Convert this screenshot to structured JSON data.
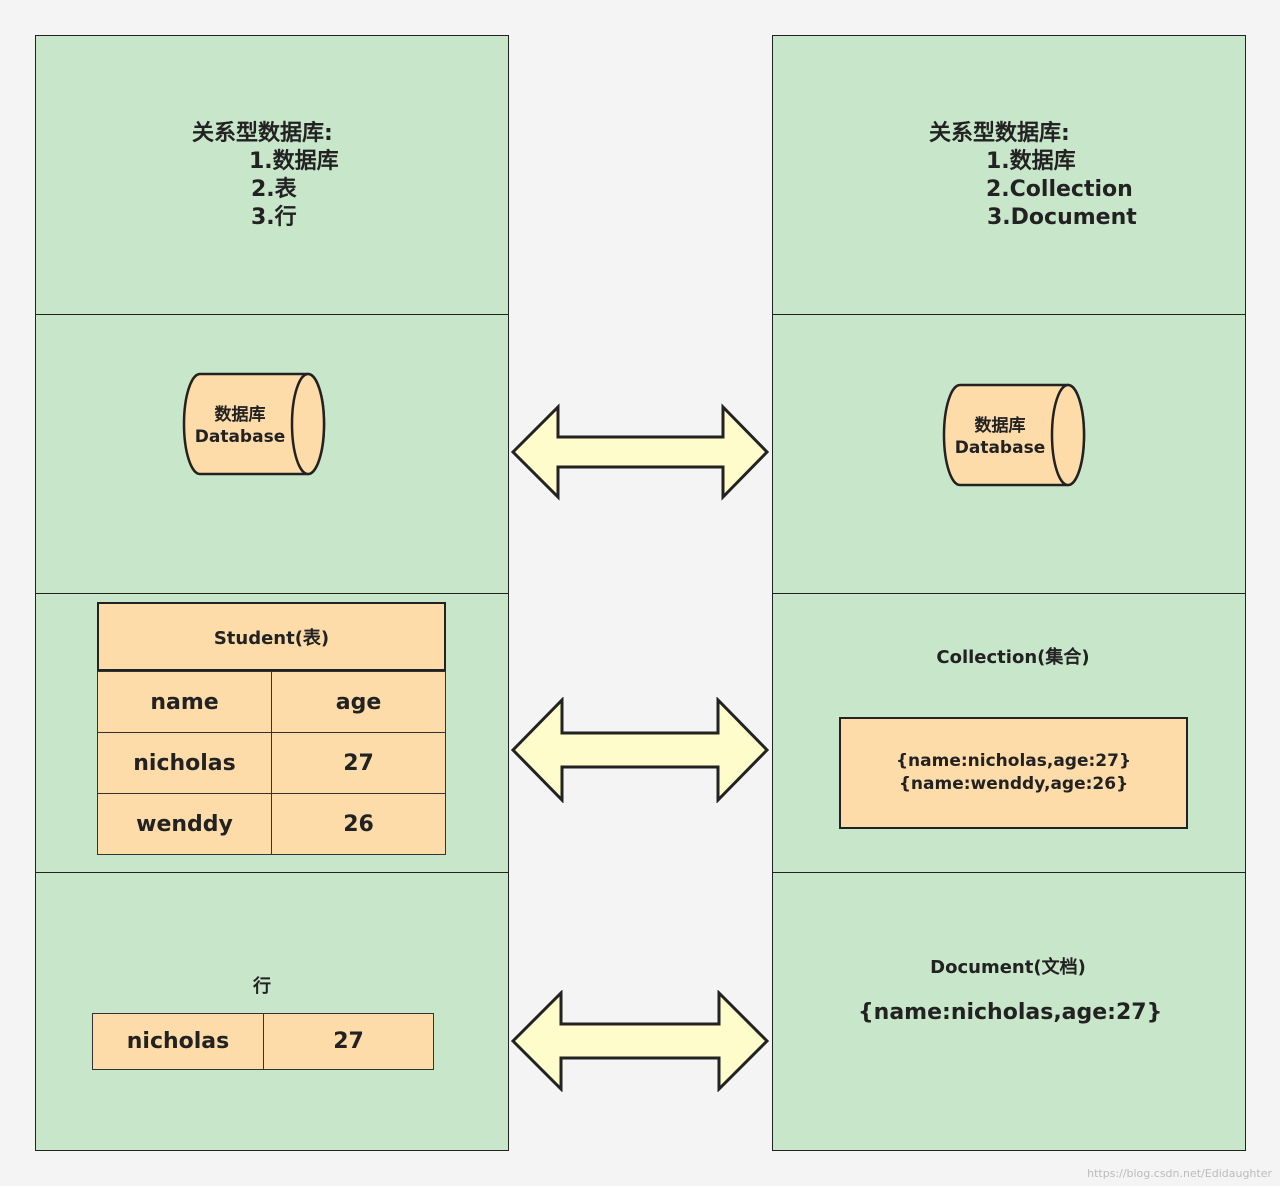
{
  "left": {
    "heading": {
      "title": "关系型数据库:",
      "item1": "1.数据库",
      "item2": "2.表",
      "item3": "3.行"
    },
    "database": {
      "line1": "数据库",
      "line2": "Database"
    },
    "table": {
      "caption": "Student(表)",
      "header": [
        "name",
        "age"
      ],
      "rows": [
        [
          "nicholas",
          "27"
        ],
        [
          "wenddy",
          "26"
        ]
      ]
    },
    "row": {
      "label": "行",
      "cells": [
        "nicholas",
        "27"
      ]
    }
  },
  "right": {
    "heading": {
      "title": "关系型数据库:",
      "item1": "1.数据库",
      "item2": "2.Collection",
      "item3": "3.Document"
    },
    "database": {
      "line1": "数据库",
      "line2": "Database"
    },
    "collection": {
      "label": "Collection(集合)",
      "docs": [
        "{name:nicholas,age:27}",
        "{name:wenddy,age:26}"
      ]
    },
    "document": {
      "label": "Document(文档)",
      "content": "{name:nicholas,age:27}"
    }
  },
  "colors": {
    "panel": "#c8e6ca",
    "shape_fill": "#fddca9",
    "arrow_fill": "#fefccb",
    "border": "#222222",
    "background": "#f4f4f4"
  },
  "watermark": "https://blog.csdn.net/Edidaughter"
}
